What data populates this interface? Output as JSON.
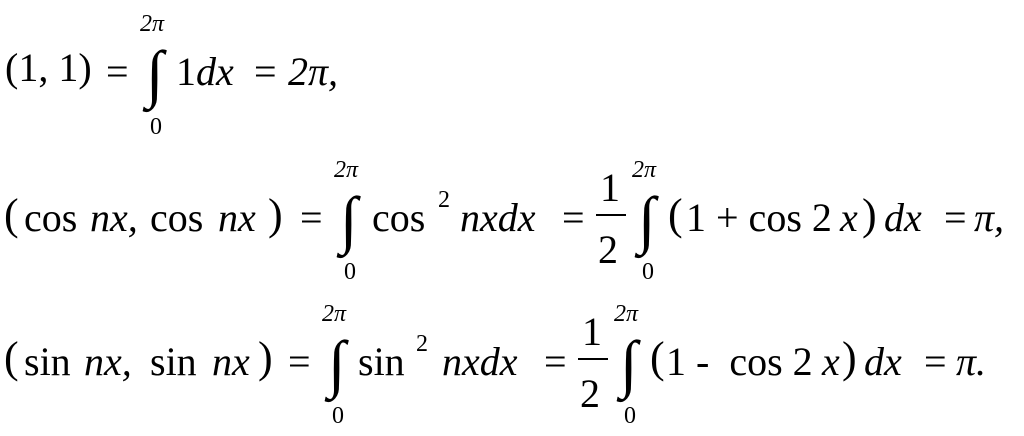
{
  "eq1": {
    "lhs": "(1, 1)",
    "eq": "=",
    "upper": "2π",
    "lower": "0",
    "integrand": "1",
    "dx": "dx",
    "eq2": "=",
    "result": "2π,"
  },
  "eq2": {
    "lp": "(",
    "cos1": "cos",
    "nx1": "nx,",
    "cos2": "cos",
    "nx2": "nx",
    "rp": ")",
    "eq": "=",
    "upper": "2π",
    "lower": "0",
    "integrand": "cos",
    "power": "2",
    "nxdx": "nxdx",
    "eq2": "=",
    "frac_num": "1",
    "frac_den": "2",
    "upper2": "2π",
    "lower2": "0",
    "inner_lp": "(",
    "inner": "1 + cos 2",
    "inner_x": "x",
    "inner_rp": ")",
    "dx": "dx",
    "eq3": "=",
    "result": "π,"
  },
  "eq3": {
    "lp": "(",
    "sin1": "sin",
    "nx1": "nx,",
    "sin2": "sin",
    "nx2": "nx",
    "rp": ")",
    "eq": "=",
    "upper": "2π",
    "lower": "0",
    "integrand": "sin",
    "power": "2",
    "nxdx": "nxdx",
    "eq2": "=",
    "frac_num": "1",
    "frac_den": "2",
    "upper2": "2π",
    "lower2": "0",
    "inner_lp": "(",
    "inner": "1 -  cos 2",
    "inner_x": "x",
    "inner_rp": ")",
    "dx": "dx",
    "eq3": "=",
    "result": "π."
  }
}
